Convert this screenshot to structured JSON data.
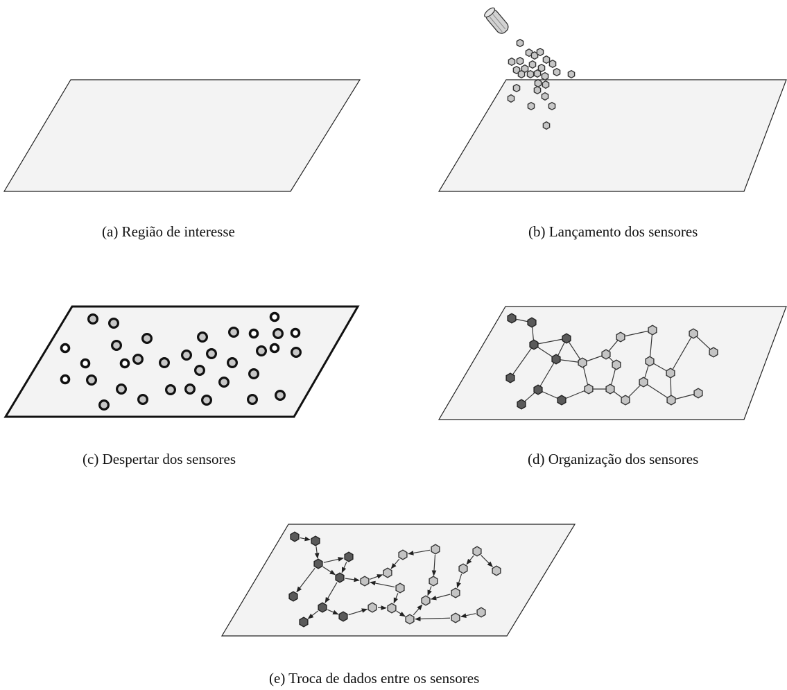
{
  "captions": {
    "a": "(a) Região de interesse",
    "b": "(b) Lançamento dos sensores",
    "c": "(c) Despertar dos sensores",
    "d": "(d) Organização dos sensores",
    "e": "(e) Troca de dados entre os sensores"
  },
  "colors": {
    "plane_fill": "#f3f3f3",
    "sensor_grey": "#c7c7c7",
    "cluster_head_dark": "#5a5a5a",
    "sensor_outline": "#222222"
  }
}
